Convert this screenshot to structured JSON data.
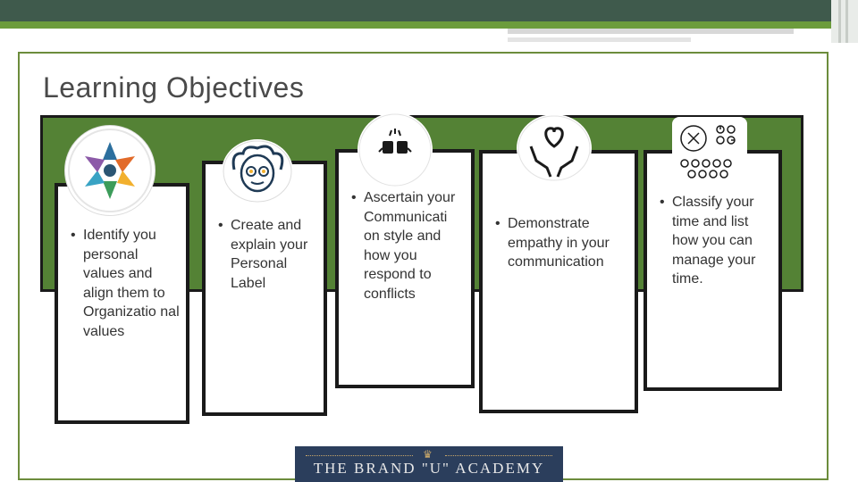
{
  "slide": {
    "title": "Learning Objectives"
  },
  "objectives": [
    {
      "text": "Identify you personal values and align them to Organizatio nal values",
      "icon": "values-wheel-icon"
    },
    {
      "text": "Create and explain your Personal Label",
      "icon": "einstein-face-icon"
    },
    {
      "text": "Ascertain your Communicati on style and how you respond to conflicts",
      "icon": "fist-bump-icon"
    },
    {
      "text": "Demonstrate empathy in your communication",
      "icon": "hands-heart-icon"
    },
    {
      "text": "Classify your time and list how you can manage your time.",
      "icon": "time-clocks-icon"
    }
  ],
  "footer_logo": {
    "text": "THE BRAND \"U\" ACADEMY"
  },
  "colors": {
    "accent_green": "#548235",
    "top_bar": "#3f5a4c",
    "logo_bg": "#2b3e5c"
  }
}
